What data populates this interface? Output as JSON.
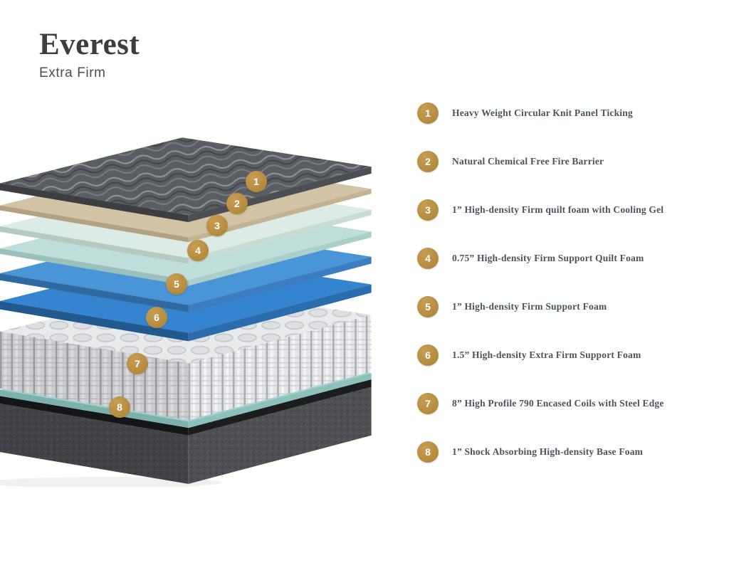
{
  "header": {
    "title": "Everest",
    "subtitle": "Extra Firm"
  },
  "legend": {
    "items": [
      {
        "n": "1",
        "label": "Heavy Weight Circular Knit Panel Ticking"
      },
      {
        "n": "2",
        "label": "Natural Chemical Free Fire Barrier"
      },
      {
        "n": "3",
        "label": "1” High-density Firm quilt foam with Cooling Gel"
      },
      {
        "n": "4",
        "label": "0.75” High-density Firm Support Quilt Foam"
      },
      {
        "n": "5",
        "label": "1” High-density Firm Support Foam"
      },
      {
        "n": "6",
        "label": "1.5” High-density Extra Firm Support Foam"
      },
      {
        "n": "7",
        "label": "8” High Profile 790 Encased Coils with Steel Edge"
      },
      {
        "n": "8",
        "label": "1” Shock Absorbing High-density Base Foam"
      }
    ]
  },
  "colors": {
    "gold": "#b28a3e",
    "gold_light": "#c79d52",
    "title": "#3d3d3d",
    "text": "#4b545c",
    "knit": "#5a5d62",
    "fire_barrier": "#d2c3a4",
    "cooling_gel_foam": "#dcebe6",
    "quilt_foam": "#bfdeda",
    "support_foam": "#4a94d8",
    "extra_firm_foam": "#3584cf",
    "coil": "#e8eaec",
    "base_foam": "#9ed2cb",
    "base_fabric": "#55575c",
    "band": "#1c1d1f"
  }
}
